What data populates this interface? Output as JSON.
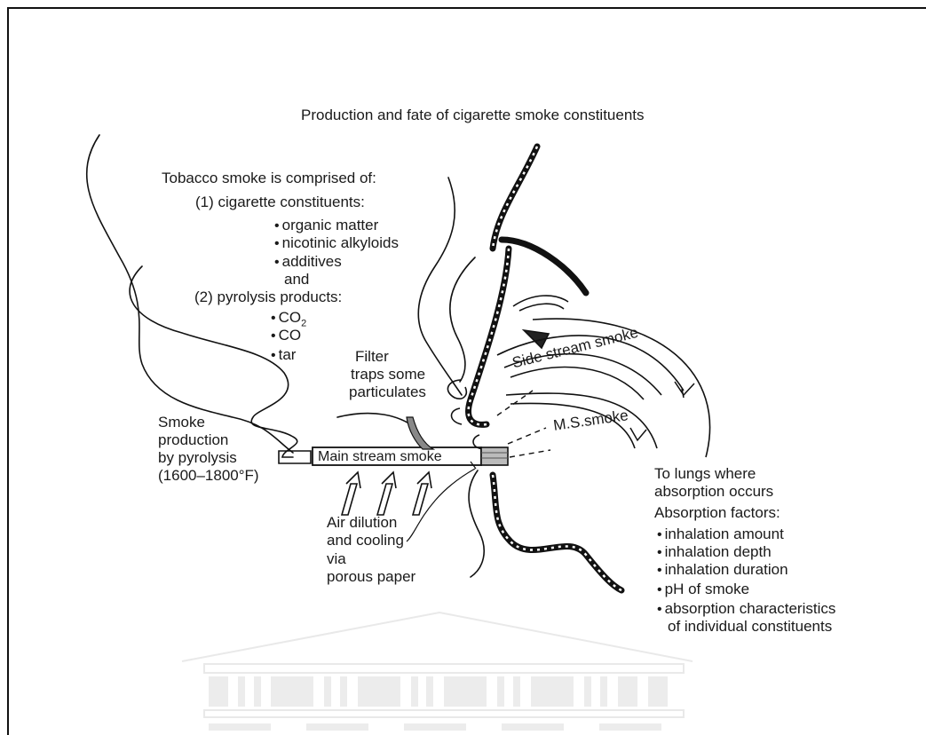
{
  "title": "Production and fate of cigarette smoke constituents",
  "composition": {
    "heading": "Tobacco smoke is comprised of:",
    "group1_label": "(1) cigarette constituents:",
    "group1_items": [
      "organic matter",
      "nicotinic alkyloids",
      "additives"
    ],
    "connector": "and",
    "group2_label": "(2) pyrolysis products:",
    "group2_items": [
      "CO",
      "CO",
      "tar"
    ],
    "co2_subscript": "2"
  },
  "filter": [
    "Filter",
    "traps some",
    "particulates"
  ],
  "side_stream": "Side stream smoke",
  "ms_smoke": "M.S.smoke",
  "main_stream": "Main stream smoke",
  "production": [
    "Smoke",
    "production",
    "by pyrolysis",
    "(1600–1800°F)"
  ],
  "air_dilution": [
    "Air dilution",
    "and cooling",
    "via",
    "porous paper"
  ],
  "lungs": [
    "To lungs where",
    "absorption occurs"
  ],
  "absorption": {
    "heading": "Absorption factors:",
    "items": [
      "inhalation amount",
      "inhalation depth",
      "inhalation duration",
      "pH of smoke",
      "absorption characteristics"
    ],
    "items_continuation": "of individual constituents"
  }
}
